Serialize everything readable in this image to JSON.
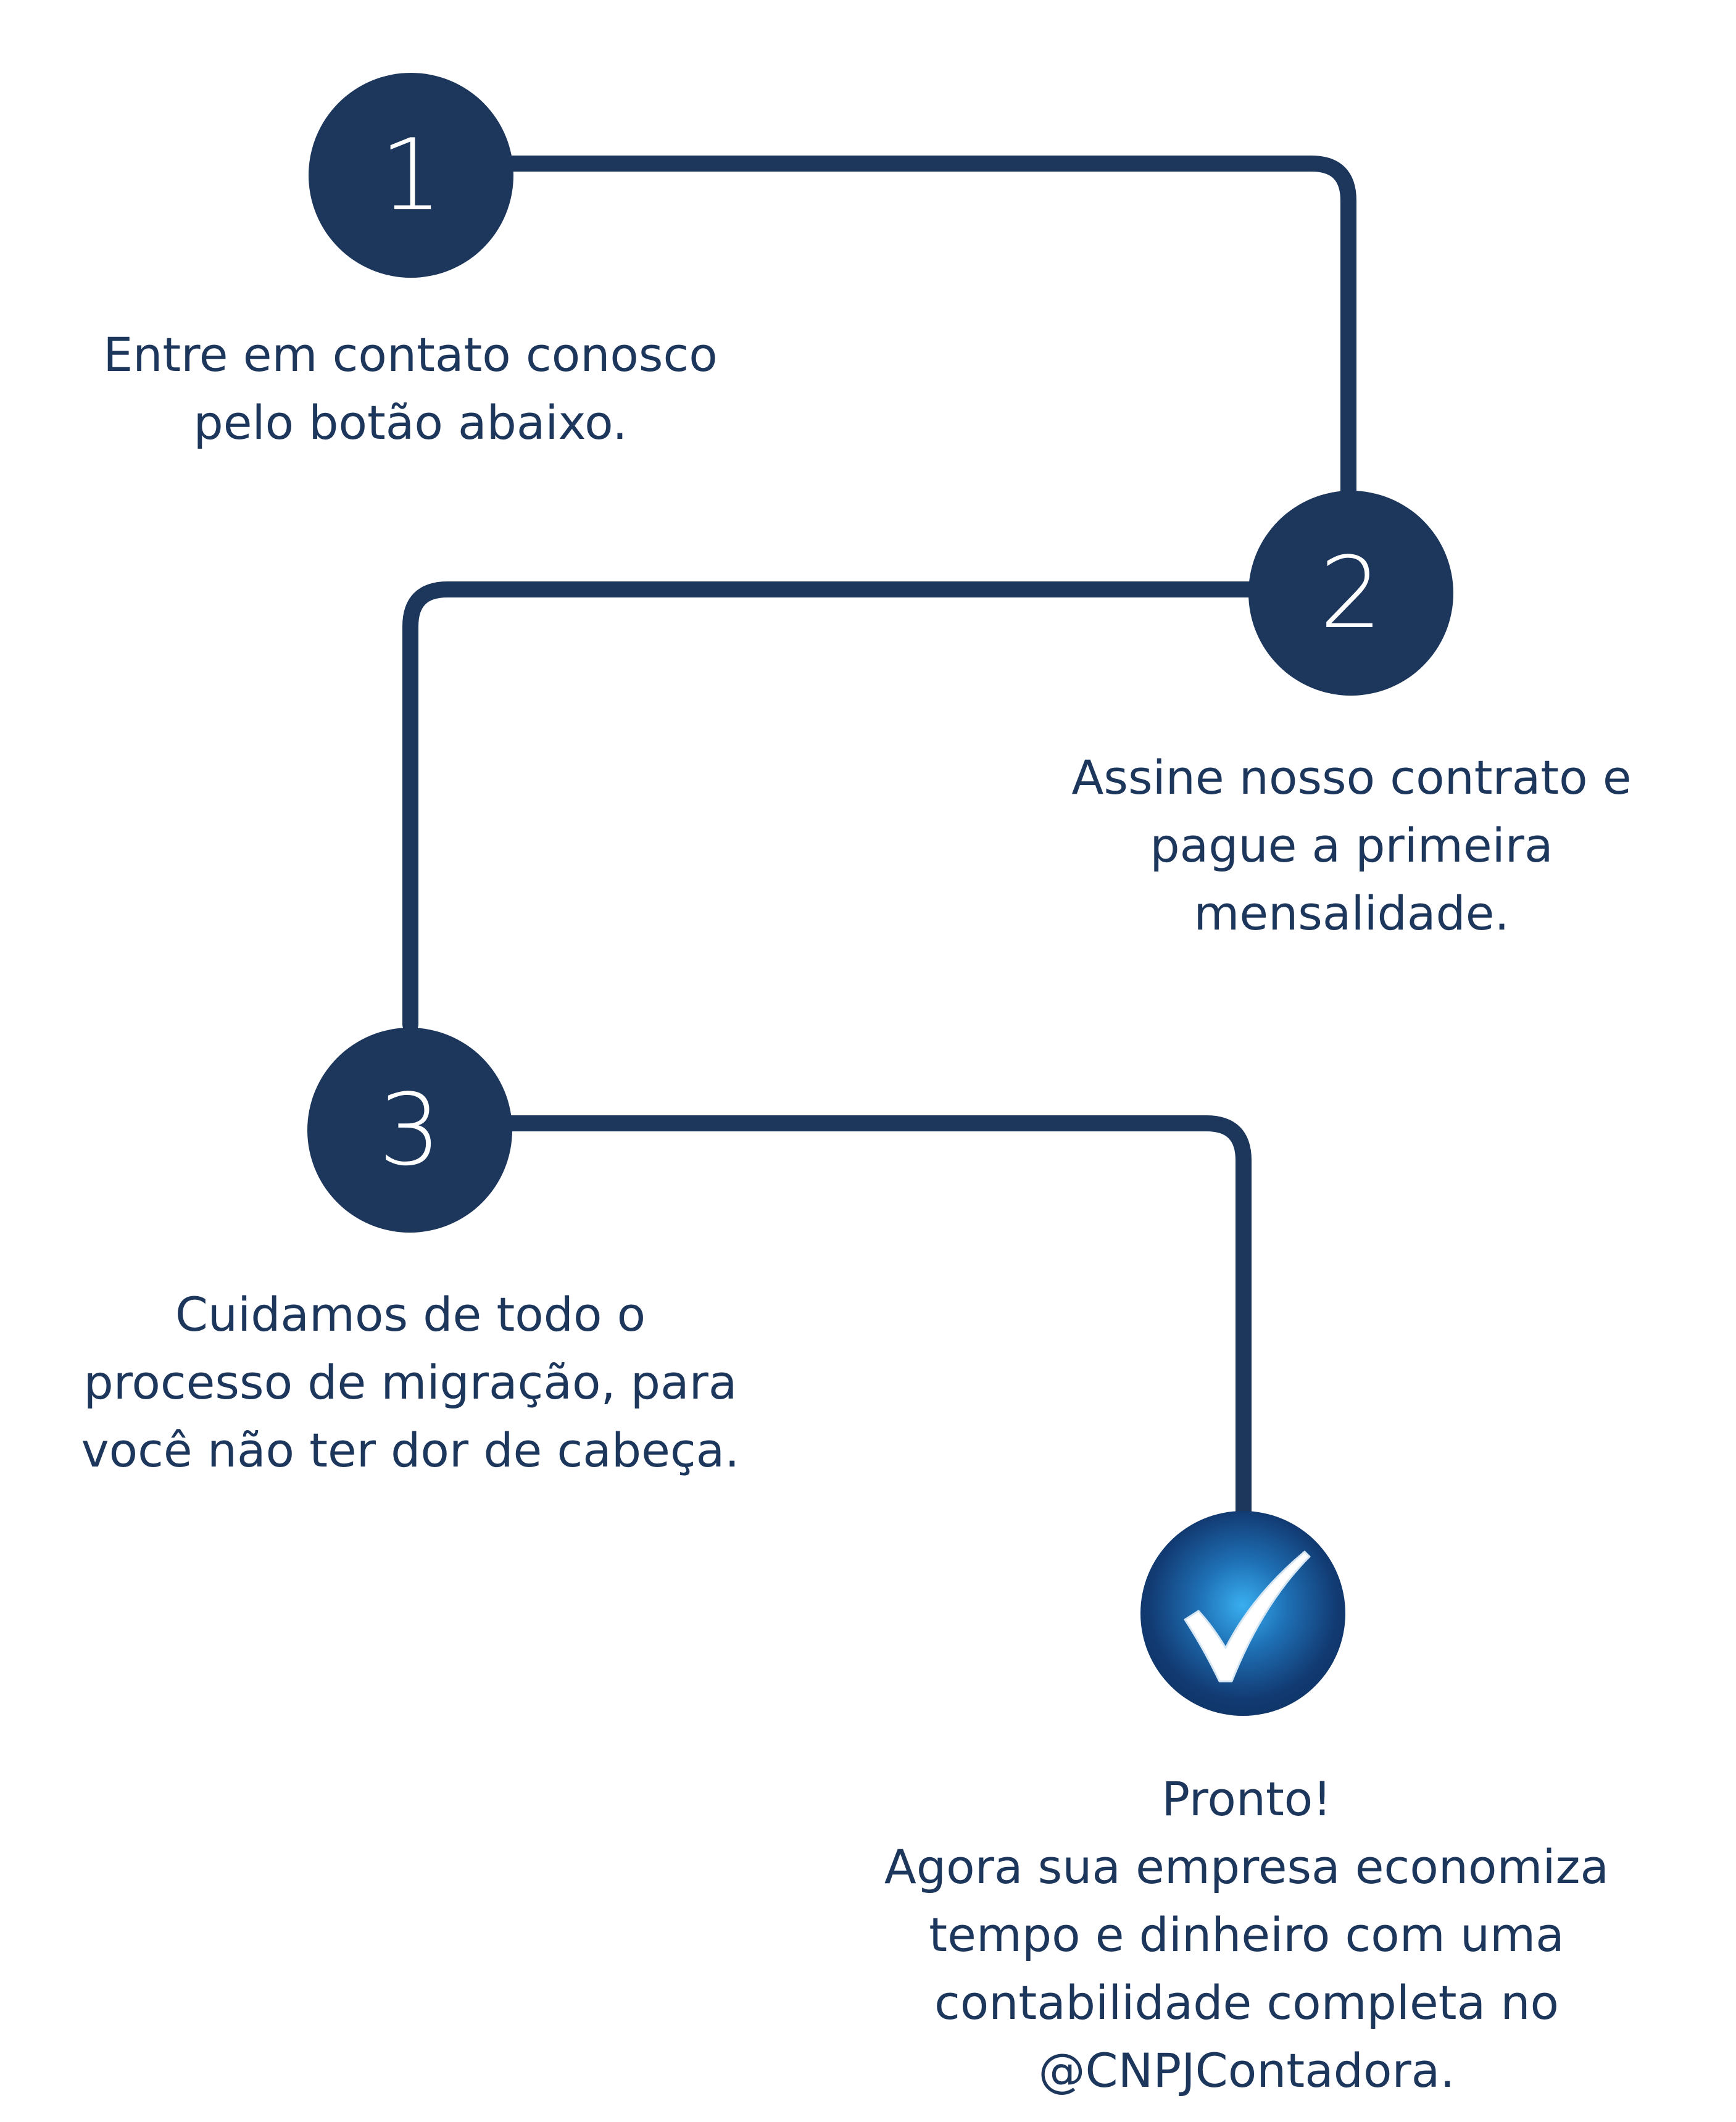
{
  "theme": {
    "primary": "#1c365c",
    "check_light": "#39aff0",
    "background": "#ffffff"
  },
  "steps": [
    {
      "number": "1",
      "text": "Entre em contato conosco\npelo botão abaixo."
    },
    {
      "number": "2",
      "text": "Assine nosso contrato e\npague a primeira\nmensalidade."
    },
    {
      "number": "3",
      "text": "Cuidamos de todo o\nprocesso de migração, para\nvocê não ter dor de cabeça."
    }
  ],
  "final": {
    "icon": "checkmark-icon",
    "text": "Pronto!\nAgora sua empresa economiza\ntempo e dinheiro com uma\ncontabilidade completa no\n@CNPJContadora."
  }
}
